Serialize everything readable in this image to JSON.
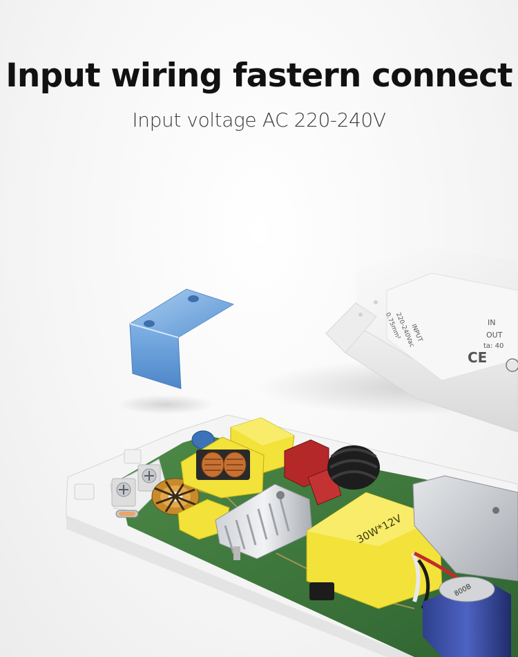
{
  "header": {
    "title": "Input wiring fastern connect",
    "subtitle": "Input voltage AC 220-240V"
  },
  "product": {
    "cover_label_input": "INPUT",
    "cover_label_voltage": "220-240Vac",
    "cover_label_current": "0.75mm²",
    "cover_label_partial_1": "IN",
    "cover_label_partial_2": "OUT",
    "cover_label_partial_3": "ta: 40",
    "cover_mark": "CE",
    "transformer_label": "30W*12V",
    "capacitor_label": "800B"
  },
  "colors": {
    "accent_blue": "#6fa6dd",
    "pcb_green": "#3f7a3a",
    "component_yellow": "#f2e23a"
  }
}
